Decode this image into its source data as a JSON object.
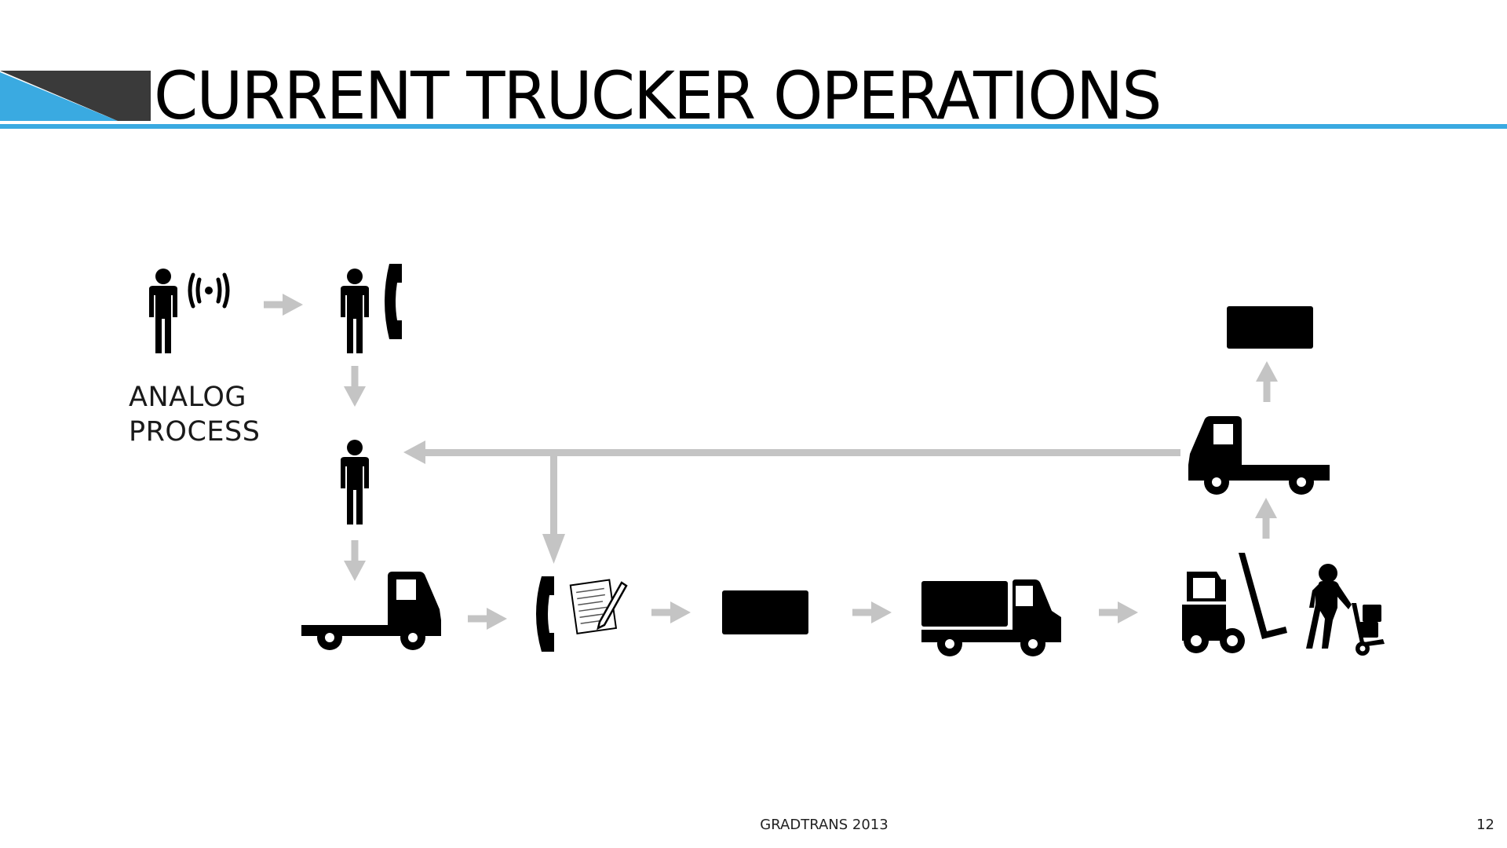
{
  "slide": {
    "title": "CURRENT TRUCKER OPERATIONS",
    "label_line1": "ANALOG",
    "label_line2": "PROCESS",
    "footer": "GRADTRANS 2013",
    "page_number": "12"
  },
  "colors": {
    "accent_blue": "#3aaae1",
    "banner_dark": "#3a3a3a",
    "arrow_gray": "#c4c4c4",
    "icon_black": "#000000"
  },
  "icons": [
    "person-broadcast-icon",
    "person-phone-icon",
    "person-icon",
    "flatbed-truck-icon",
    "phone-document-icon",
    "black-box-icon",
    "box-truck-icon",
    "forklift-icon",
    "worker-hand-truck-icon",
    "flatbed-truck-icon",
    "black-box-icon"
  ]
}
